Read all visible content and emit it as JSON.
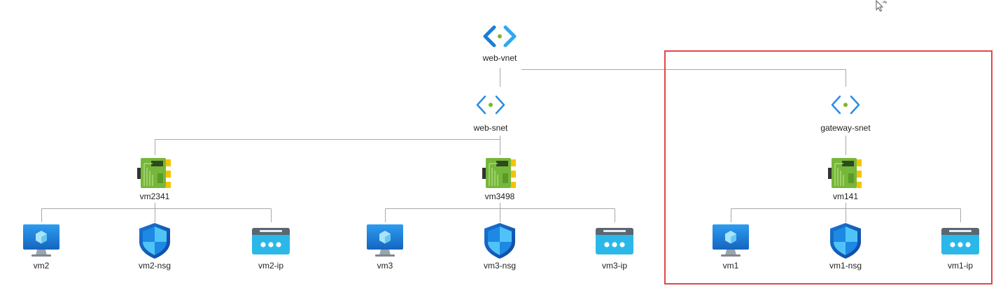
{
  "colors": {
    "connector": "#a8a8a8",
    "highlight_border": "#e0484a",
    "vnet_chevron_left": "#1a7fd4",
    "vnet_chevron_right": "#32a7ee",
    "vnet_dot": "#7ab82c",
    "subnet_chevron": "#2a8de0",
    "nic_green": "#76b73b",
    "monitor_blue": "#1e88e5",
    "shield_blue": "#1565c0",
    "ip_blue": "#2bb8e8"
  },
  "nodes": {
    "web_vnet": {
      "label": "web-vnet",
      "icon": "virtual-network-icon"
    },
    "web_snet": {
      "label": "web-snet",
      "icon": "subnet-icon"
    },
    "gateway_snet": {
      "label": "gateway-snet",
      "icon": "subnet-icon"
    },
    "vm2341": {
      "label": "vm2341",
      "icon": "network-interface-icon"
    },
    "vm3498": {
      "label": "vm3498",
      "icon": "network-interface-icon"
    },
    "vm141": {
      "label": "vm141",
      "icon": "network-interface-icon"
    },
    "vm2": {
      "label": "vm2",
      "icon": "virtual-machine-icon"
    },
    "vm2_nsg": {
      "label": "vm2-nsg",
      "icon": "network-security-group-icon"
    },
    "vm2_ip": {
      "label": "vm2-ip",
      "icon": "public-ip-icon"
    },
    "vm3": {
      "label": "vm3",
      "icon": "virtual-machine-icon"
    },
    "vm3_nsg": {
      "label": "vm3-nsg",
      "icon": "network-security-group-icon"
    },
    "vm3_ip": {
      "label": "vm3-ip",
      "icon": "public-ip-icon"
    },
    "vm1": {
      "label": "vm1",
      "icon": "virtual-machine-icon"
    },
    "vm1_nsg": {
      "label": "vm1-nsg",
      "icon": "network-security-group-icon"
    },
    "vm1_ip": {
      "label": "vm1-ip",
      "icon": "public-ip-icon"
    }
  }
}
